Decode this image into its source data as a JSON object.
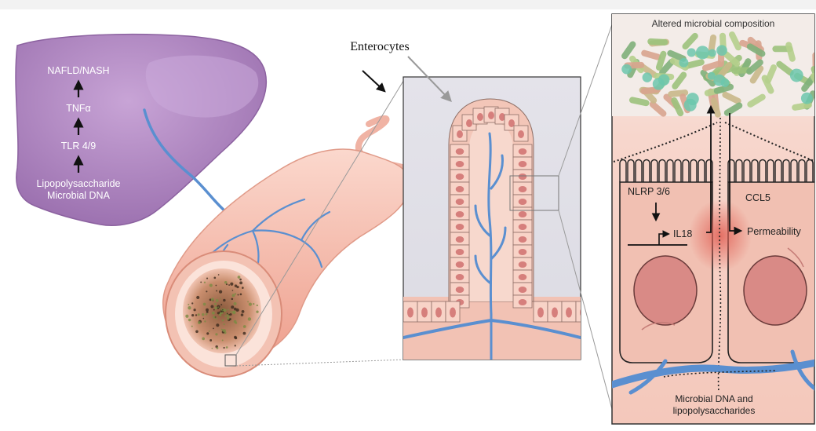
{
  "liver": {
    "chain": [
      "NAFLD/NASH",
      "TNFα",
      "TLR 4/9"
    ],
    "sources": [
      "Lipopolysaccharide",
      "Microbial DNA"
    ]
  },
  "villus": {
    "label": "Enterocytes"
  },
  "detail": {
    "title": "Altered microbial composition",
    "nlrp": "NLRP 3/6",
    "il18": "IL18",
    "ccl5": "CCL5",
    "permeability": "Permeability",
    "bottom_line1": "Microbial DNA and",
    "bottom_line2": "lipopolysaccharides"
  },
  "colors": {
    "liver": "#a57bb6",
    "vessel": "#5a8fd0",
    "gut": "#f2b7a8",
    "bacteria_green": "#9cc27c",
    "bacteria_teal": "#6cc7ad",
    "cell_nucleus": "#d98a86"
  }
}
